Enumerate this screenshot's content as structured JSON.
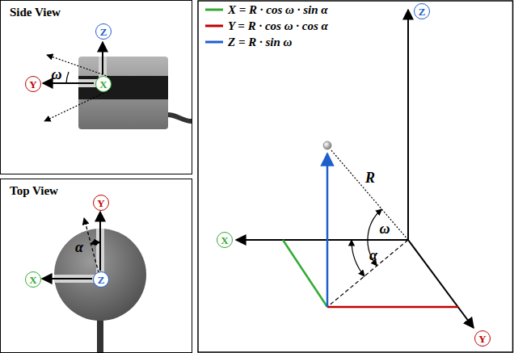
{
  "diagram": {
    "nodes": [
      {
        "text": [
          "Side View"
        ]
      },
      {
        "text": [
          "Z"
        ],
        "in": 0
      },
      {
        "text": [
          "Y"
        ],
        "in": 0
      },
      {
        "text": [
          "X"
        ],
        "in": 0
      },
      {
        "text": [
          "Top View"
        ]
      },
      {
        "text": [
          "Y"
        ],
        "in": 4
      },
      {
        "text": [
          "X"
        ],
        "in": 4
      },
      {
        "text": [
          "Z"
        ],
        "in": 4
      },
      {
        "text": [
          "Z"
        ]
      },
      {
        "text": [
          "X"
        ]
      },
      {
        "text": [
          "Y"
        ]
      }
    ],
    "edges": [],
    "labels": [
      "ω",
      "α",
      "R",
      "ω",
      "α"
    ],
    "legend": [
      {
        "text": "X = R · cos ω · sin α"
      },
      {
        "text": "Y = R · cos ω · cos α"
      },
      {
        "text": "Z = R · sin ω"
      }
    ]
  }
}
